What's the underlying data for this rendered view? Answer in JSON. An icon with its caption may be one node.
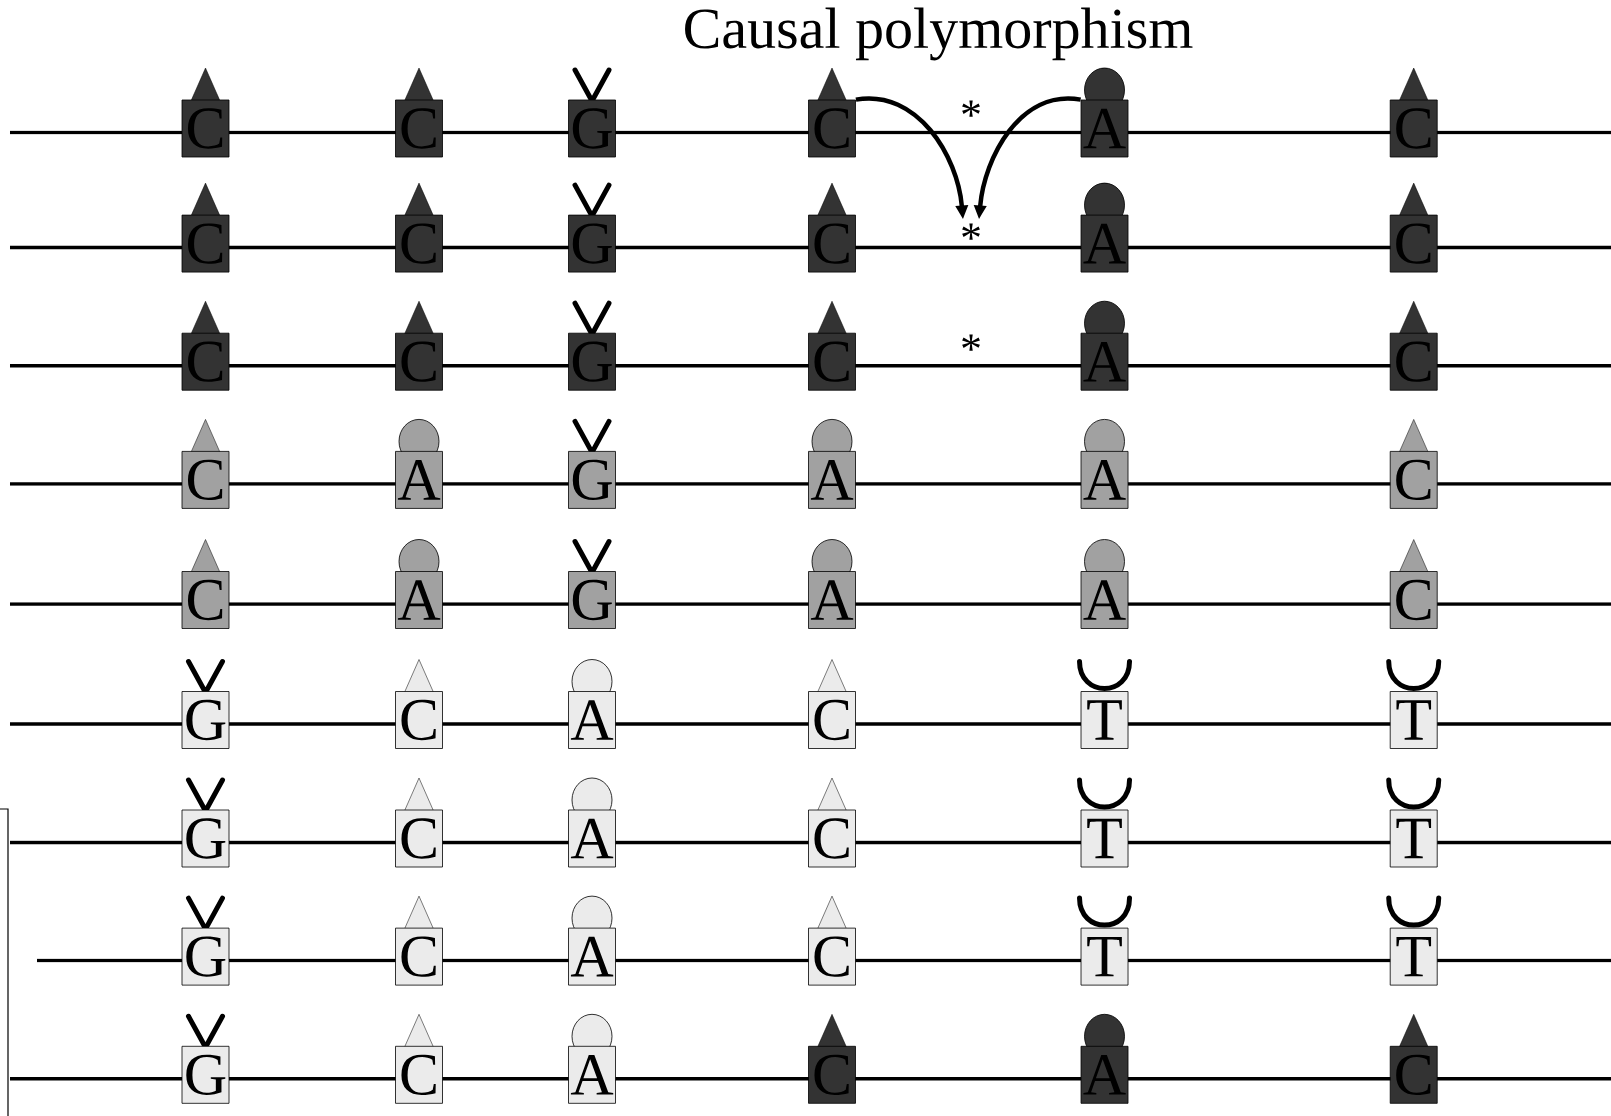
{
  "diagram": {
    "title": "Causal polymorphism",
    "nodes": [
      {
        "text": [
          "C"
        ]
      },
      {
        "text": [
          "C"
        ]
      },
      {
        "text": [
          "G"
        ]
      },
      {
        "text": [
          "C"
        ]
      },
      {
        "text": [
          "*"
        ]
      },
      {
        "text": [
          "A"
        ]
      },
      {
        "text": [
          "C"
        ]
      },
      {
        "text": [
          "C"
        ]
      },
      {
        "text": [
          "C"
        ]
      },
      {
        "text": [
          "G"
        ]
      },
      {
        "text": [
          "C"
        ]
      },
      {
        "text": [
          "*"
        ]
      },
      {
        "text": [
          "A"
        ]
      },
      {
        "text": [
          "C"
        ]
      },
      {
        "text": [
          "C"
        ]
      },
      {
        "text": [
          "C"
        ]
      },
      {
        "text": [
          "G"
        ]
      },
      {
        "text": [
          "C"
        ]
      },
      {
        "text": [
          "*"
        ]
      },
      {
        "text": [
          "A"
        ]
      },
      {
        "text": [
          "C"
        ]
      },
      {
        "text": [
          "C"
        ]
      },
      {
        "text": [
          "A"
        ]
      },
      {
        "text": [
          "G"
        ]
      },
      {
        "text": [
          "A"
        ]
      },
      {
        "text": [
          "A"
        ]
      },
      {
        "text": [
          "C"
        ]
      },
      {
        "text": [
          "C"
        ]
      },
      {
        "text": [
          "A"
        ]
      },
      {
        "text": [
          "G"
        ]
      },
      {
        "text": [
          "A"
        ]
      },
      {
        "text": [
          "A"
        ]
      },
      {
        "text": [
          "C"
        ]
      },
      {
        "text": [
          "G"
        ]
      },
      {
        "text": [
          "C"
        ]
      },
      {
        "text": [
          "A"
        ]
      },
      {
        "text": [
          "C"
        ]
      },
      {
        "text": [
          "T"
        ]
      },
      {
        "text": [
          "T"
        ]
      },
      {
        "text": [
          "G"
        ]
      },
      {
        "text": [
          "C"
        ]
      },
      {
        "text": [
          "A"
        ]
      },
      {
        "text": [
          "C"
        ]
      },
      {
        "text": [
          "T"
        ]
      },
      {
        "text": [
          "T"
        ]
      },
      {
        "text": [
          "G"
        ]
      },
      {
        "text": [
          "C"
        ]
      },
      {
        "text": [
          "A"
        ]
      },
      {
        "text": [
          "C"
        ]
      },
      {
        "text": [
          "T"
        ]
      },
      {
        "text": [
          "T"
        ]
      },
      {
        "text": [
          "G"
        ]
      },
      {
        "text": [
          "C"
        ]
      },
      {
        "text": [
          "A"
        ]
      },
      {
        "text": [
          "C"
        ]
      },
      {
        "text": [
          "A"
        ]
      },
      {
        "text": [
          "C"
        ]
      }
    ],
    "edges": [
      {
        "from": 3,
        "to": 11,
        "arrow": "to"
      },
      {
        "from": 5,
        "to": 11,
        "arrow": "to"
      }
    ]
  }
}
